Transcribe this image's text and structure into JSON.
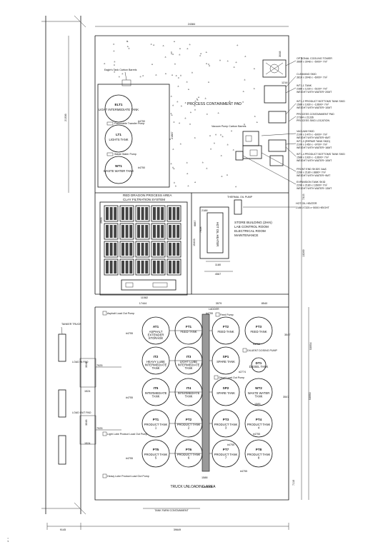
{
  "dims": {
    "top_width": "24384",
    "bottom_width": "39649",
    "left_offset": "9145",
    "height_upper": "21336",
    "height_lower": "53954",
    "d_29505": "29505",
    "d_21887": "21887",
    "d_17444": "17444",
    "d_3579": "3579",
    "d_8540": "8540",
    "d_11582": "11582",
    "d_15403": "15403",
    "d_2188": "2188",
    "d_7928": "7928",
    "d_6887": "6887",
    "d_2743": "2743",
    "d_4567": "4567",
    "d_1180": "1180",
    "d_2903": "2903",
    "d_3547": "3547",
    "d_1524": "1524",
    "d_1585": "1585",
    "d_1588": "1588",
    "d_3048": "3048",
    "d_7925": "7925",
    "d_4755": "4755",
    "d_7315": "7315",
    "d_13269": "13269",
    "d_7110": "7110",
    "d_53950": "53950"
  },
  "labels": {
    "process_pad": "PROCESS CONTAINMENT PAD",
    "red_dragon": "RED DRAGON PROCESS AREA",
    "clay_filtration": "CLAY FILTRATION SYSTEM",
    "thermal_oil_pump": "THERMAL OIL PUMP",
    "hot_oil_heater": "HOT OIL HEATER",
    "store_building": "STORE BUILDING (2Hrs)",
    "lab_control": "LAB CONTROL ROOM",
    "electrical_room": "ELECTRICAL ROOM",
    "maintenance": "MAINTENANCE",
    "truck_unloading": "TRUCK UNLOADING AREA",
    "tank_farm_containment": "TANK FARM CONTAINMENT",
    "tanker_truck": "TANKER TRUCK",
    "load_in_pad": "LOAD IN PAD",
    "load_out_pad": "LOAD OUT PAD",
    "ladder_top": "LADDER",
    "ladder_bottom": "LADDER",
    "asphalt_pump": "Asphalt Load Out Pump",
    "feed_pump": "Feed Pump",
    "diluent_pump": "DILUENT DOSING PUMP",
    "diesel_pump": "Diesel Load Out Pump",
    "light_lube_pump": "Light Lube Product Load Out Pump",
    "heavy_lube_pump": "Heavy Lube Product Load Out Pump",
    "eagle_tank_top": "Eagle's Tank Carbon Barrels",
    "transfer_pump": "Flammable Transfer Pump",
    "water_pump": "Waste Water Pump",
    "vacuum_pump": "Vacuum Pump Carbon Barrels"
  },
  "legend_notes": [
    {
      "id": "cooling_tower",
      "lines": [
        "OPTIONAL COOLING TOWER",
        "3660 x 3048 x ~5000= 7m²"
      ]
    },
    {
      "id": "cleaning_skid",
      "lines": [
        "CLEANING SKID",
        "3810 x 3048 x ~6000= 7m²"
      ]
    },
    {
      "id": "wt1_tank",
      "lines": [
        "WT1-1 TANK",
        "2380 x 1230 x ~5100= 7m²",
        "WEIGHT WITH WATER~20MT"
      ]
    },
    {
      "id": "wt2_tank",
      "lines": [
        "WT1-2 PRODUCT BOTTOMS TANK SKID",
        "1580 x 1930 x ~13600= 7m²",
        "WEIGHT WITH WATER~10MT"
      ]
    },
    {
      "id": "process_pad_note",
      "lines": [
        "PROCESS CONTAINMENT PAD",
        "27384 x 21336",
        "PROCESS SKID LOCATION"
      ]
    },
    {
      "id": "vacuum_skid",
      "lines": [
        "VACUUM SKID",
        "2100 x 1470 x ~6000= 7m²",
        "WEIGHT WITH WATER~6MT"
      ]
    },
    {
      "id": "wt3_tank",
      "lines": [
        "WT1-3 (REPAIR TANK SKID)",
        "2100 x 1450 x ~9700= 7m²",
        "WEIGHT WITH WATER~16MT"
      ]
    },
    {
      "id": "wt4_tank",
      "lines": [
        "WT1-4 PRODUCT BOTTOMS TANK SKID",
        "1580 x 1930 x ~13600= 7m²",
        "WEIGHT WITH WATER~10MT"
      ]
    },
    {
      "id": "front_end",
      "lines": [
        "FRONT END SKIDS 'AAA'",
        "2260 x 2180 x 8880= 7m²",
        "WEIGHT WITH WATER~9MT"
      ]
    },
    {
      "id": "expansion",
      "lines": [
        "EXPANSION TANK SKID",
        "2290 x 2180 x 13600= 7m²",
        "WEIGHT WITH WATER~13MT"
      ]
    },
    {
      "id": "hot_oil_note",
      "lines": [
        "HOT OIL HEATER",
        "2188 X7325 x~5000 HEIGHT"
      ]
    }
  ],
  "process_tanks": [
    {
      "id": "ELT1",
      "name": "LIGHT INTERMEDIATE TANK"
    },
    {
      "id": "LT1",
      "name": "LIGHTS TANK"
    },
    {
      "id": "WT1",
      "name": "WASTE WATER TANK"
    }
  ],
  "farm_tanks": [
    {
      "id": "AT1",
      "name": "ASPHALT EXTENDER STORAGE"
    },
    {
      "id": "FT1",
      "name": "FEED TANK"
    },
    {
      "id": "FT2",
      "name": "FEED TANK"
    },
    {
      "id": "FT3",
      "name": "FEED TANK"
    },
    {
      "id": "IT2",
      "name": "HEAVY LUBE INTERMEDIATE TANK"
    },
    {
      "id": "IT3",
      "name": "LIGHT LUBE INTERMEDIATE TANK"
    },
    {
      "id": "SP1",
      "name": "SPARE TANK"
    },
    {
      "id": "DT1",
      "name": "DIESEL TANK"
    },
    {
      "id": "IT5",
      "name": "INTERMEDIATE TANK"
    },
    {
      "id": "IT4",
      "name": "INTERMEDIATE TANK"
    },
    {
      "id": "SP2",
      "name": "SPARE TANK"
    },
    {
      "id": "WT2",
      "name": "WASTE WATER TANK"
    },
    {
      "id": "PT1",
      "name": "PRODUCT TANK 1"
    },
    {
      "id": "PT2",
      "name": "PRODUCT TANK 2"
    },
    {
      "id": "PT3",
      "name": "PRODUCT TANK 3"
    },
    {
      "id": "PT4",
      "name": "PRODUCT TANK 4"
    },
    {
      "id": "PT5",
      "name": "PRODUCT TANK 5"
    },
    {
      "id": "PT6",
      "name": "PRODUCT TANK 6"
    },
    {
      "id": "PT7",
      "name": "PRODUCT TANK 7"
    },
    {
      "id": "PT8",
      "name": "PRODUCT TANK 8"
    }
  ],
  "markers": {
    "m4755": "#4755",
    "m4750": "#4750",
    "m2774": "#2774"
  },
  "footnote": ";"
}
